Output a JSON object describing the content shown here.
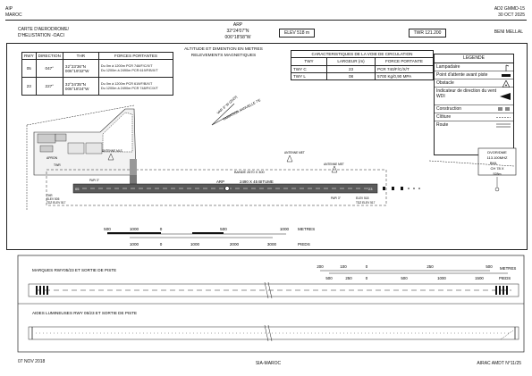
{
  "header": {
    "aip": "AIP",
    "country": "MAROC",
    "chart_code": "AD2 GMMD-15",
    "chart_date": "30 OCT 2025",
    "chart_title_line1": "CARTE D'AERODROME/",
    "chart_title_line2": "D'HELISTATION -OACI",
    "arp_label": "ARP",
    "arp_lat": "32°24'07\"N",
    "arp_lon": "006°18'58\"W",
    "elevation": "ELEV 518 m",
    "twr": "TWR 121.200",
    "aerodrome_name": "BENI MELLAL",
    "altitude_note_line1": "ALTITUDE ET DIMENTION EN METRES",
    "altitude_note_line2": "RELEVEMENTS MAGNETIQUES"
  },
  "runway_table": {
    "headers": [
      "RWY",
      "DIRECTION",
      "THR",
      "FORCES PORTANTES"
    ],
    "rows": [
      {
        "rwy": "05",
        "direction": "047°",
        "thr1": "32°23'36\"N",
        "thr2": "006°19'32\"W",
        "fp1a": "Du 0m à 1200m",
        "fp1b": "PCR 748/F/C/X/T",
        "fp2a": "Du 1200m à 2490m",
        "fp2b": "PCR 619/F/B/X/T"
      },
      {
        "rwy": "23",
        "direction": "227°",
        "thr1": "32°24'35\"N",
        "thr2": "006°18'24\"W",
        "fp1a": "Du 0m à 1200m",
        "fp1b": "PCR 619/F/B/X/T",
        "fp2a": "Du 1200m à 2490m",
        "fp2b": "PCR 748/F/C/X/T"
      }
    ]
  },
  "taxiway_table": {
    "title": "CARACTERISTIQUES DE LA VOIE DE CIRCULATION",
    "headers": [
      "TWY",
      "LARGEUR (m)",
      "FORCE PORTANTE"
    ],
    "rows": [
      {
        "twy": "TWY C",
        "width": "23",
        "strength": "PCR 740/F/C/X/T"
      },
      {
        "twy": "TWY L",
        "width": "08",
        "strength": "5700 Kg/0,90 MPA"
      }
    ]
  },
  "legend": {
    "title": "LEGENDE",
    "items": [
      {
        "label": "Lampadaire",
        "icon": "lamp-post-icon"
      },
      {
        "label": "Point d'attente avant piste",
        "icon": "holding-point-icon"
      },
      {
        "label": "Obstacle",
        "icon": "obstacle-icon"
      },
      {
        "label": "Indicateur de direction du vent WDI",
        "icon": "wind-direction-indicator-icon"
      },
      {
        "label": "Construction",
        "icon": "construction-icon"
      },
      {
        "label": "Clôture",
        "icon": "fence-icon"
      },
      {
        "label": "Route",
        "icon": "road-icon"
      }
    ]
  },
  "map": {
    "variation_line1": "VAR 3° W (2020)",
    "variation_line2": "VARIATION ANNUELLE 7'E",
    "runway_label": "2490 X 45 BITUME",
    "strip_label": "BANDE 2670 X 300",
    "arp": "ARP",
    "thr05_1": "THR",
    "thr05_2": "ELEV 505",
    "thr05_3": "TDZ ELEV 517",
    "thr23_1": "PAPI 3°",
    "thr23_2": "ELEV 518",
    "thr23_3": "TDZ ELEV 517",
    "antenna1": "ANTENNE MET",
    "antenna2": "ANTENNE MET",
    "antenna3": "ANTENNE MLS",
    "papi05": "PAPI 3°",
    "apron": "APRON",
    "twr_label": "TWR",
    "dvor_line1": "DVOR/DME",
    "dvor_line2": "113.100MHZ",
    "dvor_line3": "BML",
    "dvor_line4": "CH 78 X",
    "dvor_line5": "528m",
    "scale": {
      "metres": "METRES",
      "pieds": "PIEDS",
      "m_labels": [
        "500",
        "1000",
        "0",
        "500",
        "1000"
      ],
      "ft_labels": [
        "1000",
        "0",
        "1000",
        "2000",
        "3000"
      ]
    }
  },
  "bottom": {
    "markings_title": "MARQUES RWY05/23 ET SORTIE DE PISTE",
    "lights_title": "AIDES LUMINEUSES RWY 05/23 ET SORTIE DE PISTE",
    "scale_top": [
      "200",
      "100",
      "0",
      "250",
      "500"
    ],
    "scale_bottom": [
      "500",
      "250",
      "0",
      "500",
      "1000",
      "1500"
    ],
    "metres": "METRES",
    "pieds": "PIEDS"
  },
  "footer": {
    "left": "07 NOV 2018",
    "center": "SIA-MAROC",
    "right": "AIRAC AMDT N°11/25"
  }
}
